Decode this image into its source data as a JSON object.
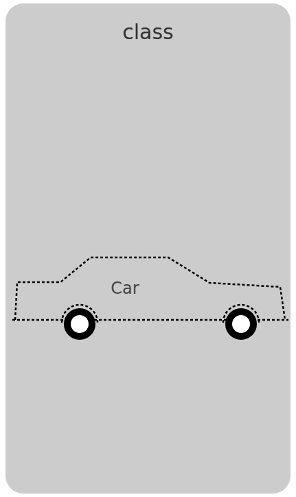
{
  "diagram": {
    "nodes": [
      {
        "text": [
          "class"
        ]
      },
      {
        "text": [
          "Car"
        ],
        "in": 0
      }
    ]
  }
}
